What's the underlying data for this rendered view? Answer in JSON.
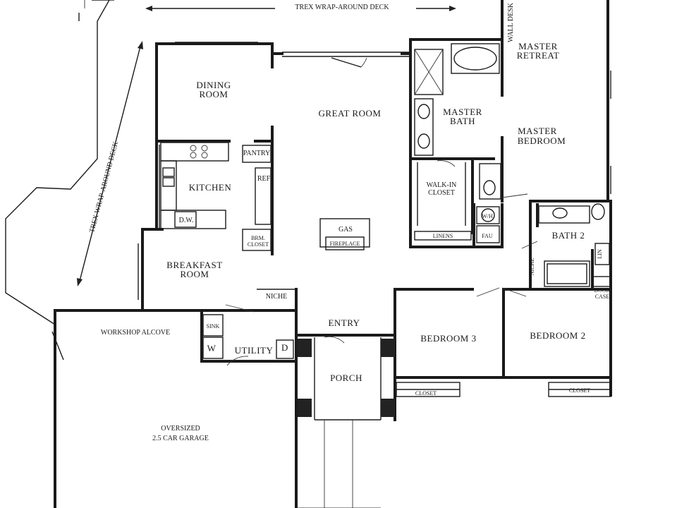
{
  "rooms": {
    "deck_top": "TREX WRAP-AROUND DECK",
    "deck_side": "TREX WRAP-AROUND DECK",
    "wall_desk": "WALL DESK",
    "master_retreat_1": "MASTER",
    "master_retreat_2": "RETREAT",
    "dining_1": "DINING",
    "dining_2": "ROOM",
    "great_room": "GREAT ROOM",
    "master_bath_1": "MASTER",
    "master_bath_2": "BATH",
    "master_bedroom_1": "MASTER",
    "master_bedroom_2": "BEDROOM",
    "pantry": "PANTRY",
    "kitchen": "KITCHEN",
    "ref": "REF",
    "walk_in_1": "WALK-IN",
    "walk_in_2": "CLOSET",
    "dw": "D.W.",
    "gas": "GAS",
    "fireplace": "FIREPLACE",
    "brm_closet_1": "BRM.",
    "brm_closet_2": "CLOSET",
    "linens": "LINENS",
    "wh": "W/H",
    "fau": "FAU",
    "bath2": "BATH 2",
    "breakfast_1": "BREAKFAST",
    "breakfast_2": "ROOM",
    "niche_right": "NICHE",
    "lin": "LIN",
    "niche": "NICHE",
    "book_case_1": "BOOK",
    "book_case_2": "CASE",
    "workshop": "WORKSHOP ALCOVE",
    "entry": "ENTRY",
    "bedroom3": "BEDROOM 3",
    "bedroom2": "BEDROOM 2",
    "sink": "SINK",
    "washer": "W",
    "utility": "UTILITY",
    "dryer": "D",
    "porch": "PORCH",
    "closet_b3": "CLOSET",
    "closet_b2": "CLOSET",
    "garage_1": "OVERSIZED",
    "garage_2": "2.5 CAR GARAGE"
  }
}
